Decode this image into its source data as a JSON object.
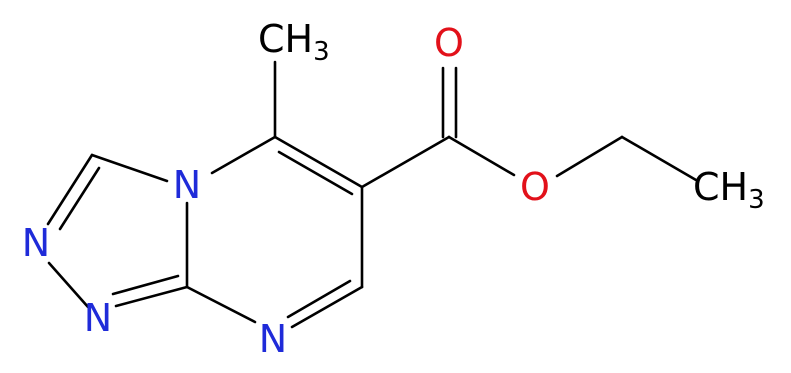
{
  "colors": {
    "bond": "#000000",
    "carbon_label": "#000000",
    "nitrogen": "#1f2bd9",
    "oxygen": "#e2111a"
  },
  "atoms": {
    "methyl_top": {
      "main": "CH",
      "sub": "3"
    },
    "methyl_right": {
      "main": "CH",
      "sub": "3"
    },
    "carbonyl_o": "O",
    "ester_o": "O",
    "n_bridge": "N",
    "n_left_upper": "N",
    "n_left_lower": "N",
    "n_bottom": "N"
  }
}
